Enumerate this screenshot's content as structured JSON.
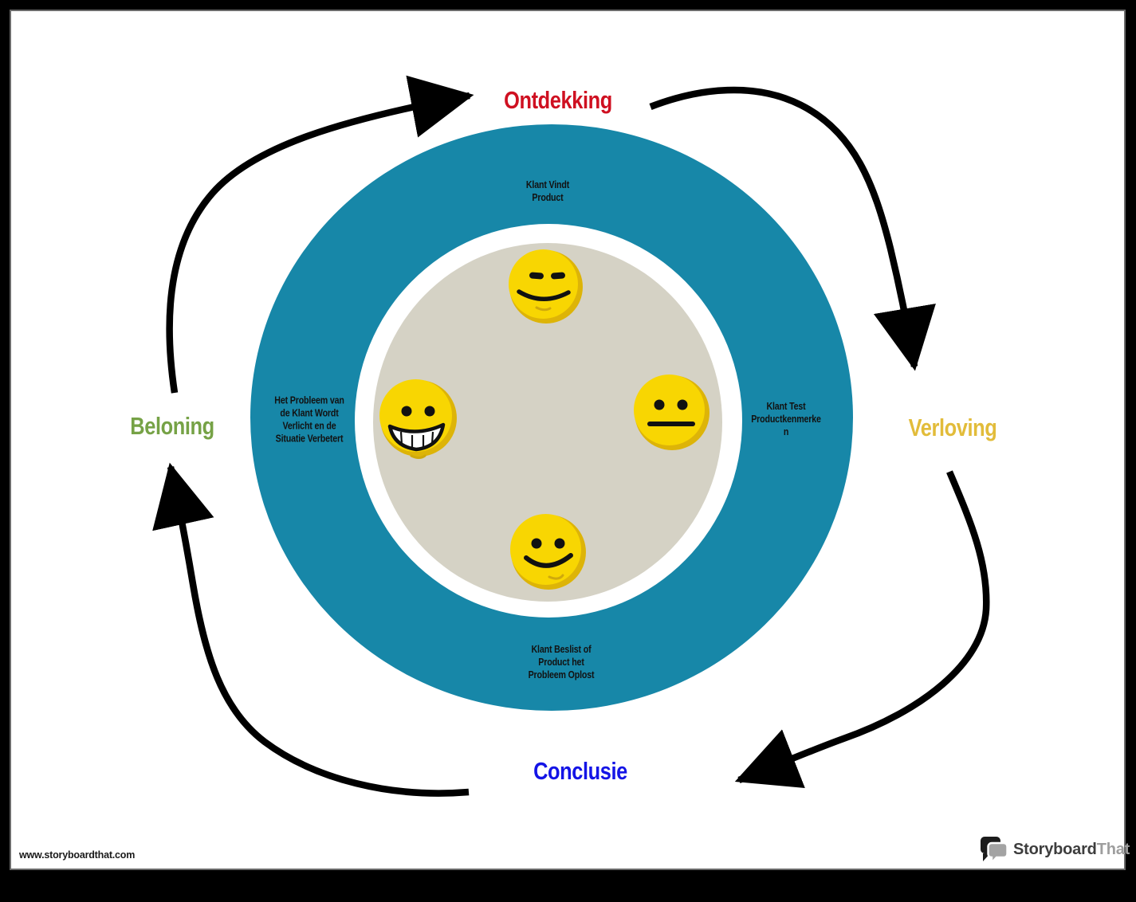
{
  "diagram": {
    "title_hint": "customer-journey-cycle",
    "stages": [
      {
        "label": "Ontdekking",
        "color": "#cf1021"
      },
      {
        "label": "Verloving",
        "color": "#e2bc3a"
      },
      {
        "label": "Conclusie",
        "color": "#1414e6"
      },
      {
        "label": "Beloning",
        "color": "#76a246"
      }
    ],
    "ring_labels": [
      {
        "text": "Klant Vindt\nProduct"
      },
      {
        "text": "Klant Test\nProductkenmerke\nn"
      },
      {
        "text": "Klant Beslist of\nProduct het\nProbleem Oplost"
      },
      {
        "text": "Het Probleem van\nde Klant Wordt\nVerlicht en de\nSituatie Verbetert"
      }
    ],
    "emojis": [
      "annoyed-face",
      "grinning-face",
      "neutral-face",
      "smiling-face"
    ],
    "colors": {
      "ring": "#1787a8",
      "inner_circle": "#d5d2c5",
      "inner_gap": "#ffffff",
      "emoji_fill": "#f8d602",
      "emoji_shadow": "#ddb408",
      "arrow": "#000000"
    }
  },
  "footer": {
    "url": "www.storyboardthat.com",
    "logo": {
      "part1": "Storyboard",
      "part2": "That"
    }
  }
}
